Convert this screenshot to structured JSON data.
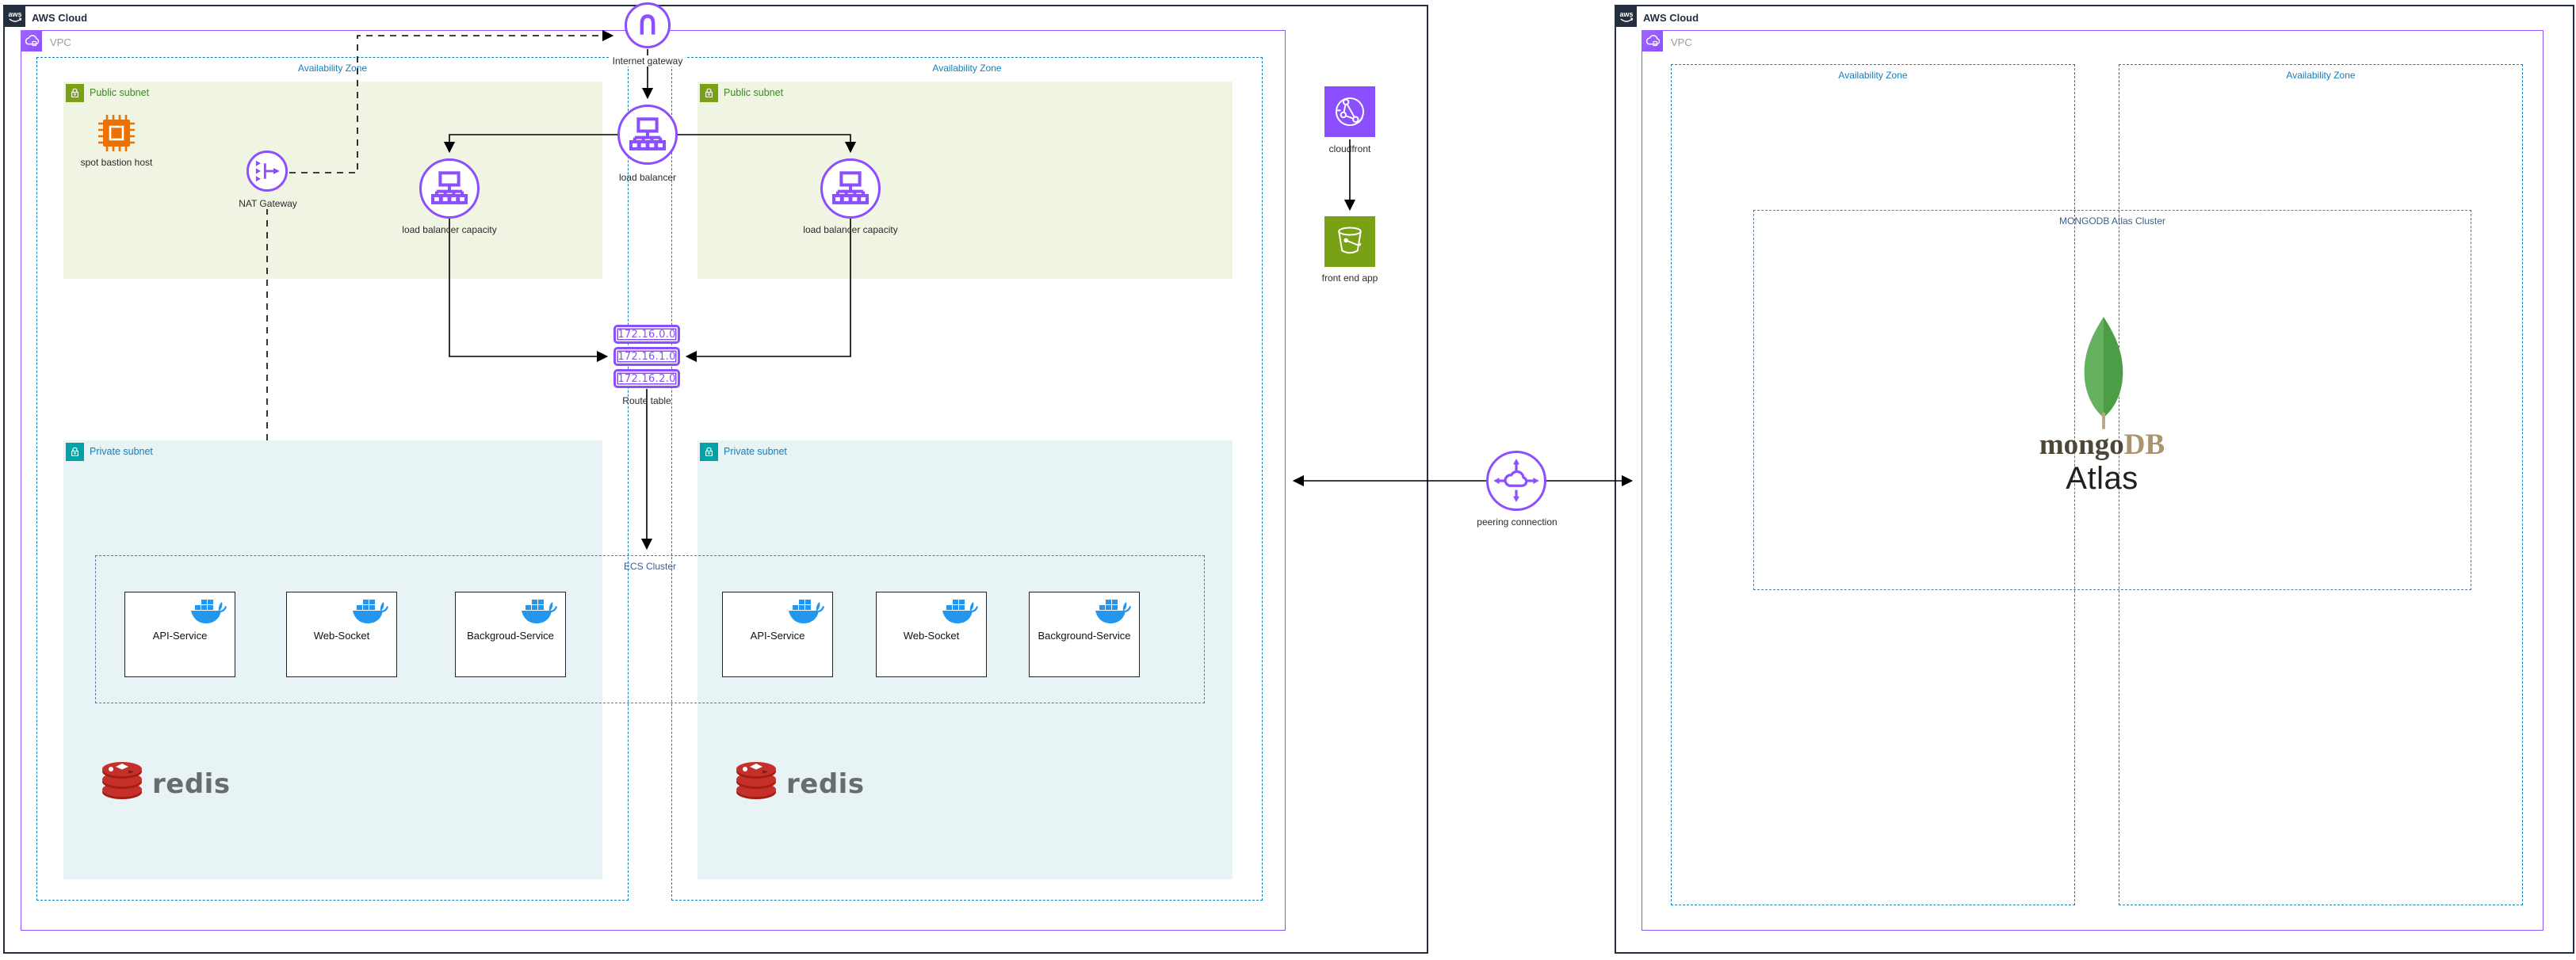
{
  "colors": {
    "aws_border": "#232F3E",
    "vpc_purple": "#8C4FFF",
    "az_blue": "#147EBA",
    "public_subnet_green": "#7AA116",
    "public_subnet_text": "#3F8624",
    "public_subnet_fill": "#F0F4E3",
    "private_subnet_teal": "#00A4A6",
    "private_subnet_text": "#147EBA",
    "private_subnet_fill": "#E7F3F4",
    "cluster_dash": "#5B7B9E",
    "cluster_label": "#3E5F8A",
    "docker_blue": "#2396ED",
    "redis_red": "#C6302B",
    "redis_text": "#676C71",
    "mongo_leaf_green": "#58AA50",
    "mongo_word": "#4E4637",
    "mongo_db": "#A9946E",
    "bastion_orange": "#ED7100",
    "arrow_black": "#000000"
  },
  "left_cloud": {
    "title": "AWS Cloud",
    "vpc_label": "VPC",
    "az1_label": "Availability Zone",
    "az2_label": "Availability Zone",
    "public_subnet_label": "Public subnet",
    "private_subnet_label": "Private subnet",
    "nodes": {
      "internet_gateway": "Internet gateway",
      "load_balancer": "load balancer",
      "lb_capacity_1": "load balancer capacity",
      "lb_capacity_2": "load balancer capacity",
      "nat_gateway": "NAT Gateway",
      "bastion": "spot bastion host",
      "cloudfront": "cloudfront",
      "frontend": "front end app",
      "peering": "peering connection"
    },
    "route_table": {
      "label": "Route table",
      "routes": [
        "172.16.0.0",
        "172.16.1.0",
        "172.16.2.0"
      ]
    },
    "ecs": {
      "label": "ECS Cluster",
      "left_services": [
        "API-Service",
        "Web-Socket",
        "Backgroud-Service"
      ],
      "right_services": [
        "API-Service",
        "Web-Socket",
        "Background-Service"
      ]
    },
    "redis_text": "redis"
  },
  "right_cloud": {
    "title": "AWS Cloud",
    "vpc_label": "VPC",
    "az1_label": "Availability Zone",
    "az2_label": "Availability Zone",
    "mongo": {
      "cluster_label": "MONGODB Atlas Cluster",
      "wordmark_mongo": "mongo",
      "wordmark_db": "DB",
      "atlas_label": "Atlas"
    }
  }
}
